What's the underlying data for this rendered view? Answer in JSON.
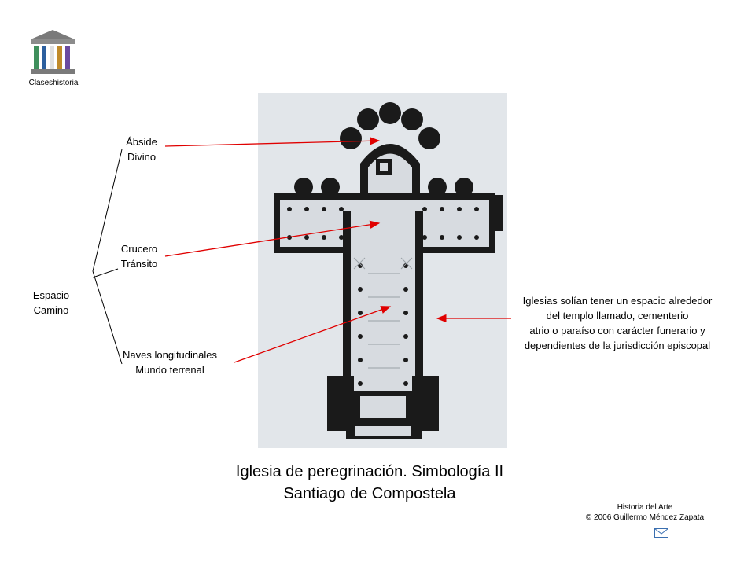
{
  "branding": {
    "logo_label": "Claseshistoria",
    "logo_icon": "greek-temple-icon",
    "mail_icon": "mail-icon"
  },
  "labels": {
    "abside": [
      "Ábside",
      "Divino"
    ],
    "crucero": [
      "Crucero",
      "Tránsito"
    ],
    "naves": [
      "Naves longitudinales",
      "Mundo terrenal"
    ],
    "espacio": [
      "Espacio",
      "Camino"
    ]
  },
  "note": [
    "Iglesias solían tener un  espacio alrededor",
    "del templo llamado, cementerio",
    "atrio o paraíso con carácter funerario y",
    "dependientes de la jurisdicción episcopal"
  ],
  "title": [
    "Iglesia de peregrinación. Simbología II",
    "Santiago de Compostela"
  ],
  "footer": [
    "Historia del Arte",
    "© 2006 Guillermo Méndez Zapata"
  ],
  "colors": {
    "arrow": "#e00000",
    "plan_ink": "#1a1a1a",
    "plan_bg": "#e2e6ea"
  }
}
